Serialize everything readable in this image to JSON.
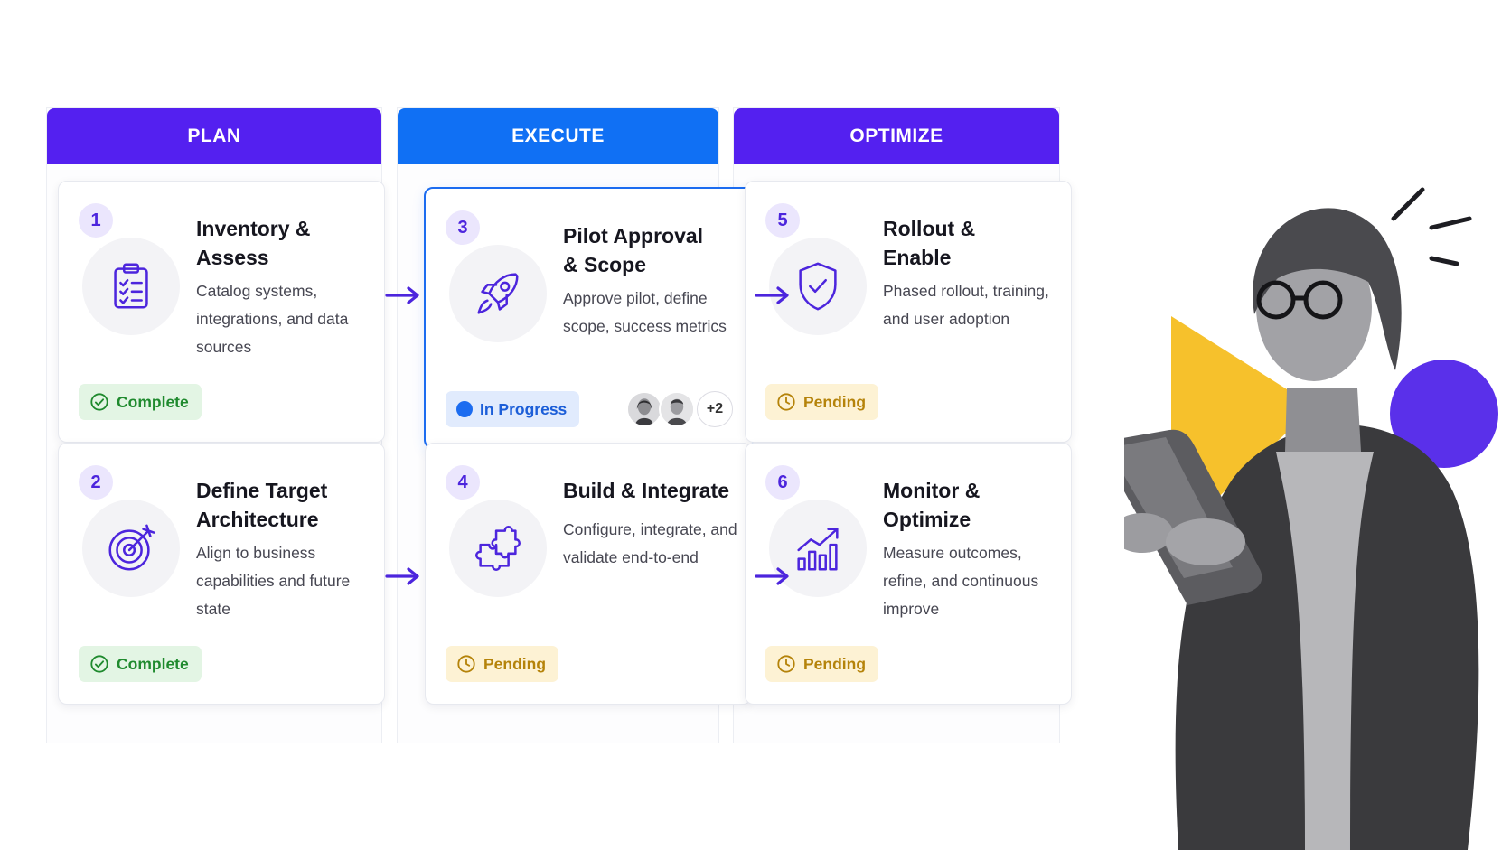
{
  "phases": {
    "plan": "PLAN",
    "execute": "EXECUTE",
    "optimize": "OPTIMIZE"
  },
  "steps": [
    {
      "number": "1",
      "title_line1": "Inventory &",
      "title_line2": "Assess",
      "description": "Catalog systems, integrations, and data sources",
      "status": "Complete",
      "icon": "clipboard-checklist-icon"
    },
    {
      "number": "2",
      "title_line1": "Define Target",
      "title_line2": "Architecture",
      "description": "Align to business capabilities and future state",
      "status": "Complete",
      "icon": "target-arrow-icon"
    },
    {
      "number": "3",
      "title_line1": "Pilot Approval",
      "title_line2": "& Scope",
      "description": "Approve pilot, define scope, success metrics",
      "status": "In Progress",
      "icon": "rocket-icon",
      "extra_assignees": "+2"
    },
    {
      "number": "4",
      "title_line1": "Build & Integrate",
      "title_line2": "",
      "description": "Configure, integrate, and validate end-to-end",
      "status": "Pending",
      "icon": "puzzle-icon"
    },
    {
      "number": "5",
      "title_line1": "Rollout &",
      "title_line2": "Enable",
      "description": "Phased rollout, training, and user adoption",
      "status": "Pending",
      "icon": "shield-check-icon"
    },
    {
      "number": "6",
      "title_line1": "Monitor &",
      "title_line2": "Optimize",
      "description": "Measure outcomes, refine, and continuous improve",
      "status": "Pending",
      "icon": "growth-chart-icon"
    }
  ],
  "colors": {
    "plan_header": "#5420f0",
    "execute_header": "#1070f4",
    "optimize_header": "#5420f0",
    "complete": "#1f8a2e",
    "pending": "#b5830a",
    "in_progress": "#1c5ed8",
    "icon_stroke": "#4c25dd"
  }
}
